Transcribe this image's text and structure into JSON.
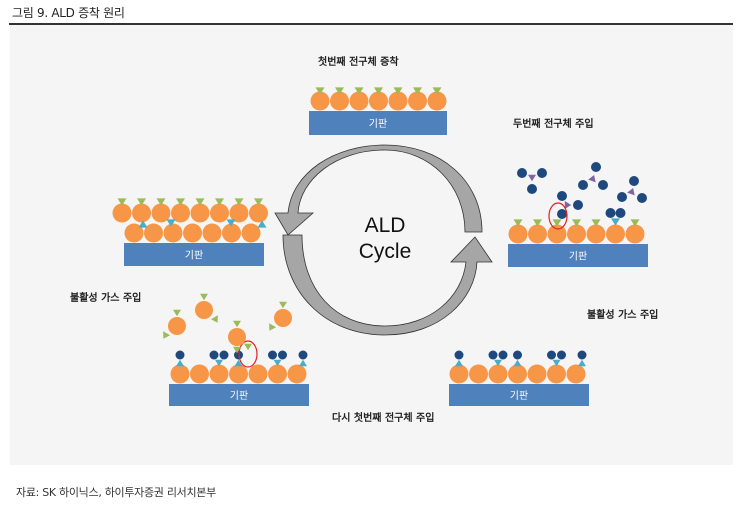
{
  "figure": {
    "title": "그림 9. ALD 증착 원리",
    "source": "자료: SK 하이닉스, 하이투자증권 리서치본부"
  },
  "diagram": {
    "center_label_line1": "ALD",
    "center_label_line2": "Cycle",
    "substrate_label": "기판",
    "steps": [
      {
        "id": "step1",
        "label": "첫번째 전구체 증착"
      },
      {
        "id": "step2",
        "label": "두번째 전구체 주입"
      },
      {
        "id": "step3",
        "label": "불활성 가스 주입"
      },
      {
        "id": "step4",
        "label": "다시 첫번째 전구체 주입"
      },
      {
        "id": "step5",
        "label": "불활성 가스 주입"
      }
    ],
    "colors": {
      "substrate": "#4f81bd",
      "atom_orange": "#f79646",
      "ligand_green": "#9bbb59",
      "ligand_cyan": "#4bacc6",
      "atom_navy": "#1f497d",
      "ligand_purple": "#8064a2",
      "highlight_red": "#e02020",
      "arrow_dark": "#8c8c8c",
      "arrow_light": "#bfbfbf"
    }
  }
}
